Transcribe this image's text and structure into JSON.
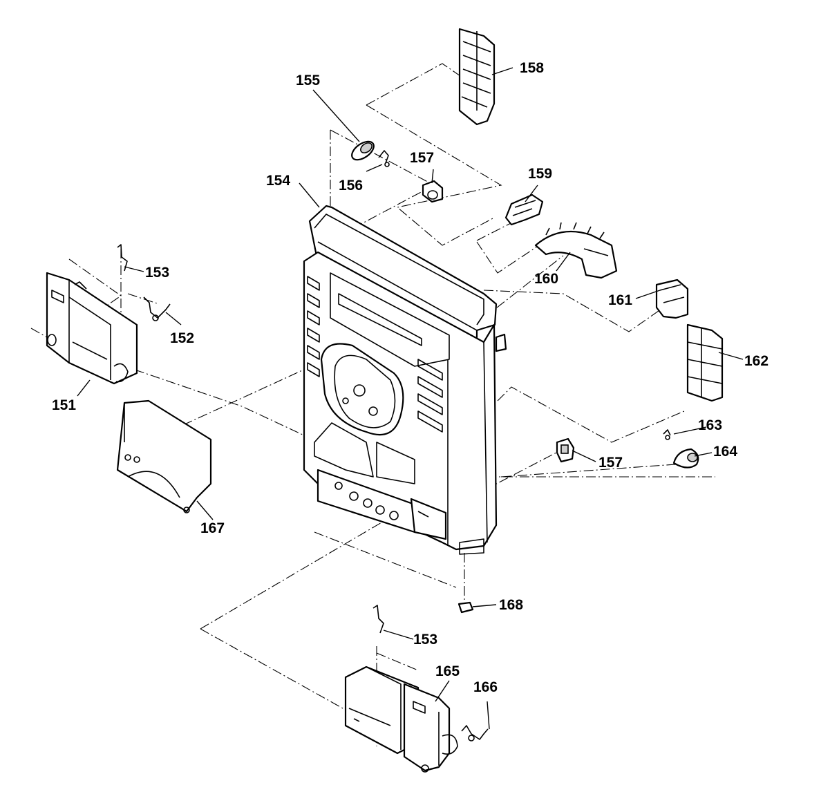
{
  "diagram": {
    "type": "exploded-parts-view",
    "callouts": [
      {
        "id": "151",
        "label": "151"
      },
      {
        "id": "152",
        "label": "152"
      },
      {
        "id": "153a",
        "label": "153"
      },
      {
        "id": "153b",
        "label": "153"
      },
      {
        "id": "154",
        "label": "154"
      },
      {
        "id": "155",
        "label": "155"
      },
      {
        "id": "156",
        "label": "156"
      },
      {
        "id": "157a",
        "label": "157"
      },
      {
        "id": "157b",
        "label": "157"
      },
      {
        "id": "158",
        "label": "158"
      },
      {
        "id": "159",
        "label": "159"
      },
      {
        "id": "160",
        "label": "160"
      },
      {
        "id": "161",
        "label": "161"
      },
      {
        "id": "162",
        "label": "162"
      },
      {
        "id": "163",
        "label": "163"
      },
      {
        "id": "164",
        "label": "164"
      },
      {
        "id": "165",
        "label": "165"
      },
      {
        "id": "166",
        "label": "166"
      },
      {
        "id": "167",
        "label": "167"
      },
      {
        "id": "168",
        "label": "168"
      }
    ]
  }
}
